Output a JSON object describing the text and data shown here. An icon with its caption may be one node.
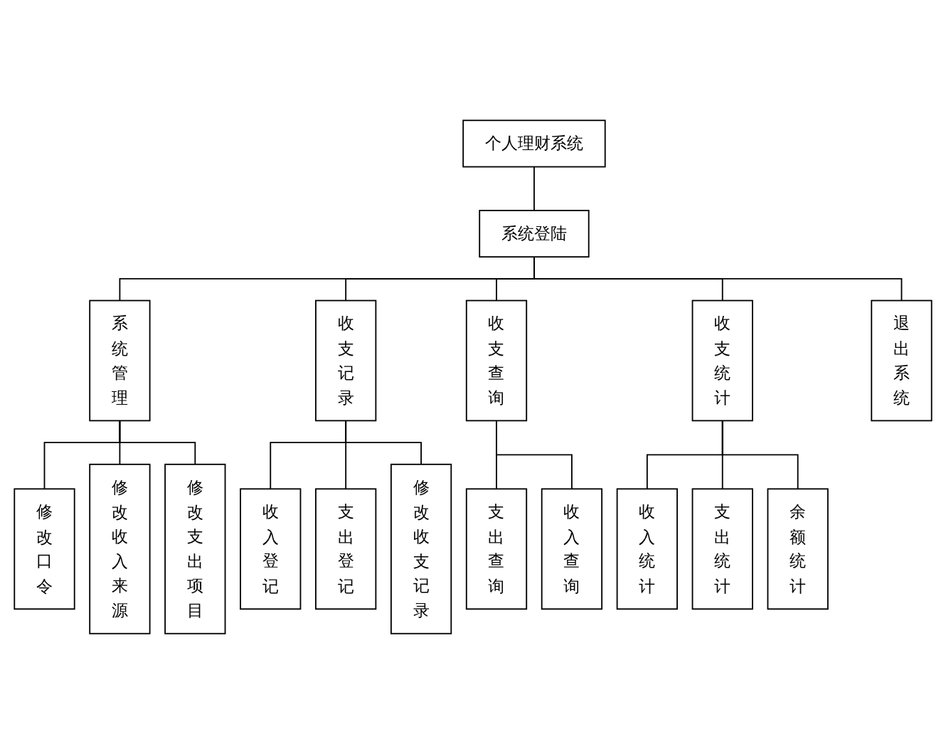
{
  "diagram": {
    "nodes": [
      {
        "text": [
          "个人理财系统"
        ]
      },
      {
        "text": [
          "系统登陆"
        ]
      },
      {
        "text": [
          "系统管理"
        ]
      },
      {
        "text": [
          "收支记录"
        ]
      },
      {
        "text": [
          "收支查询"
        ]
      },
      {
        "text": [
          "收支统计"
        ]
      },
      {
        "text": [
          "退出系统"
        ]
      },
      {
        "text": [
          "修改口令"
        ]
      },
      {
        "text": [
          "修改收入来源"
        ]
      },
      {
        "text": [
          "修改支出项目"
        ]
      },
      {
        "text": [
          "收入登记"
        ]
      },
      {
        "text": [
          "支出登记"
        ]
      },
      {
        "text": [
          "修改收支记录"
        ]
      },
      {
        "text": [
          "支出查询"
        ]
      },
      {
        "text": [
          "收入查询"
        ]
      },
      {
        "text": [
          "收入统计"
        ]
      },
      {
        "text": [
          "支出统计"
        ]
      },
      {
        "text": [
          "余额统计"
        ]
      }
    ],
    "edges": [
      {
        "from": 0,
        "to": 1,
        "arrow": "none"
      },
      {
        "from": 1,
        "to": 2,
        "arrow": "none"
      },
      {
        "from": 1,
        "to": 3,
        "arrow": "none"
      },
      {
        "from": 1,
        "to": 4,
        "arrow": "none"
      },
      {
        "from": 1,
        "to": 5,
        "arrow": "none"
      },
      {
        "from": 1,
        "to": 6,
        "arrow": "none"
      },
      {
        "from": 2,
        "to": 7,
        "arrow": "none"
      },
      {
        "from": 2,
        "to": 8,
        "arrow": "none"
      },
      {
        "from": 2,
        "to": 9,
        "arrow": "none"
      },
      {
        "from": 3,
        "to": 10,
        "arrow": "none"
      },
      {
        "from": 3,
        "to": 11,
        "arrow": "none"
      },
      {
        "from": 3,
        "to": 12,
        "arrow": "none"
      },
      {
        "from": 4,
        "to": 13,
        "arrow": "none"
      },
      {
        "from": 4,
        "to": 14,
        "arrow": "none"
      },
      {
        "from": 5,
        "to": 15,
        "arrow": "none"
      },
      {
        "from": 5,
        "to": 16,
        "arrow": "none"
      },
      {
        "from": 5,
        "to": 17,
        "arrow": "none"
      }
    ]
  }
}
